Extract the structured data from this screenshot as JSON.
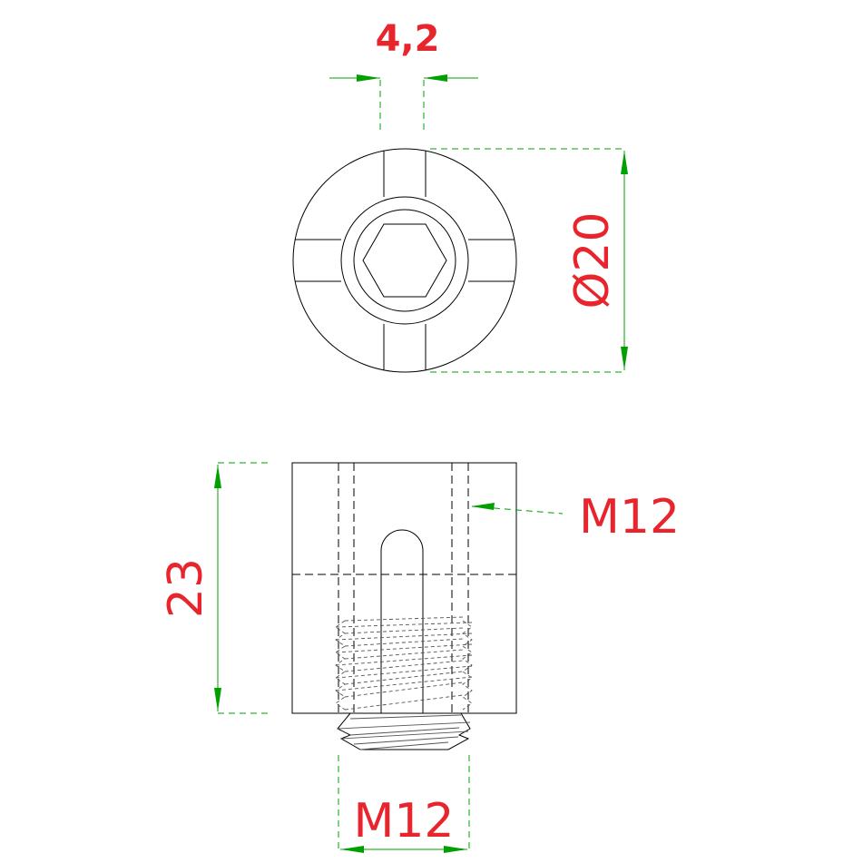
{
  "dimensions": {
    "slot_width": "4,2",
    "diameter": "Ø20",
    "height": "23",
    "inner_thread": "M12",
    "outer_thread": "M12"
  },
  "colors": {
    "dimension_text": "#e8242c",
    "dimension_line": "#00a000",
    "outline": "#000000"
  }
}
